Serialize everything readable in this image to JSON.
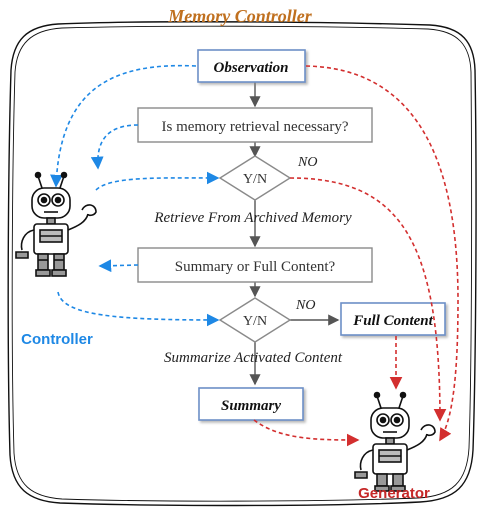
{
  "title": "Memory Controller",
  "nodes": {
    "observation": "Observation",
    "question1": "Is memory retrieval necessary?",
    "decision1": "Y/N",
    "question2": "Summary or Full Content?",
    "decision2": "Y/N",
    "full_content": "Full Content",
    "summary": "Summary"
  },
  "edge_labels": {
    "no1": "NO",
    "retrieve": "Retrieve From Archived Memory",
    "no2": "NO",
    "summarize": "Summarize Activated Content"
  },
  "agents": {
    "controller": "Controller",
    "generator": "Generator"
  },
  "colors": {
    "title": "#c0701f",
    "blue_link": "#1e88e5",
    "red_link": "#d32f2f",
    "box_border_blue": "#6d8fc7",
    "gray_border": "#8a8a8a",
    "arrow_gray": "#555555"
  },
  "icons": {
    "controller": "robot-icon",
    "generator": "robot-icon"
  }
}
